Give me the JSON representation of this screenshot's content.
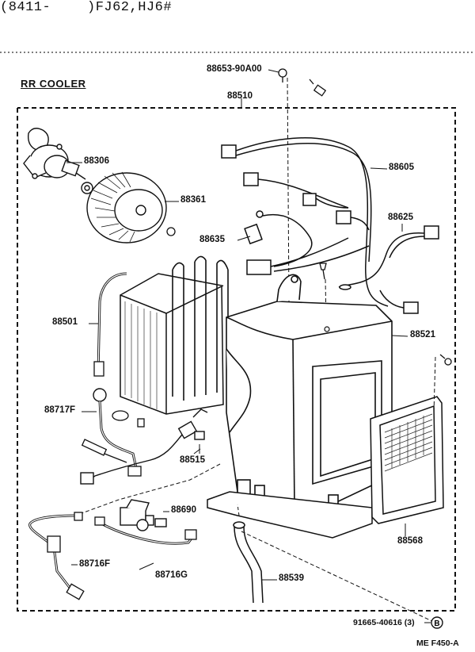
{
  "header": {
    "model_prefix": "(8411-",
    "model_suffix": ")FJ62,HJ6#"
  },
  "section_title": "RR COOLER",
  "parts": {
    "p88653": "88653-90A00",
    "p88510": "88510",
    "p88306": "88306",
    "p88361": "88361",
    "p88605": "88605",
    "p88625": "88625",
    "p88635": "88635",
    "p88501": "88501",
    "p88521": "88521",
    "p88717F": "88717F",
    "p88515": "88515",
    "p88690": "88690",
    "p88716F": "88716F",
    "p88716G": "88716G",
    "p88539": "88539",
    "p88568": "88568",
    "p91665": "91665-40616 (3)",
    "circle_ref": "B"
  },
  "footer": {
    "code": "ME  F450-A"
  }
}
